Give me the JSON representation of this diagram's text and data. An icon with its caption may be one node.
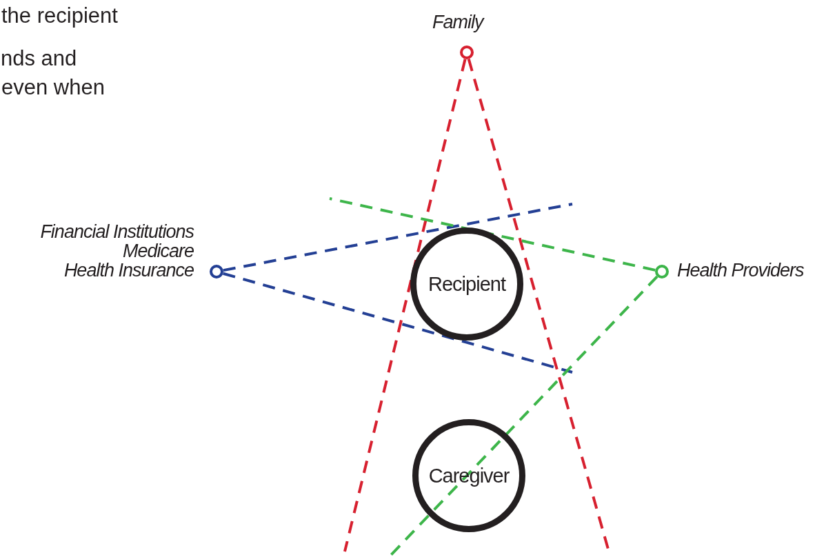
{
  "diagram": {
    "nodes": [
      {
        "text": [
          "Family"
        ]
      },
      {
        "text": [
          "Financial Institutions",
          "Medicare",
          "Health Insurance"
        ]
      },
      {
        "text": [
          "Health Providers"
        ]
      },
      {
        "text": [
          "Recipient"
        ]
      },
      {
        "text": [
          "Caregiver"
        ]
      }
    ],
    "edges": [
      {
        "from": 0,
        "to": null,
        "arrow": "none",
        "style": "dashed",
        "color": "#d7202f"
      },
      {
        "from": 0,
        "to": null,
        "arrow": "none",
        "style": "dashed",
        "color": "#d7202f"
      },
      {
        "from": 1,
        "to": null,
        "arrow": "none",
        "style": "dashed",
        "color": "#233f94"
      },
      {
        "from": 1,
        "to": null,
        "arrow": "none",
        "style": "dashed",
        "color": "#233f94"
      },
      {
        "from": 2,
        "to": null,
        "arrow": "none",
        "style": "dashed",
        "color": "#3db54a"
      },
      {
        "from": 2,
        "to": null,
        "arrow": "none",
        "style": "dashed",
        "color": "#3db54a"
      }
    ],
    "labels": [
      "the recipient",
      "nds and",
      "even when"
    ]
  }
}
